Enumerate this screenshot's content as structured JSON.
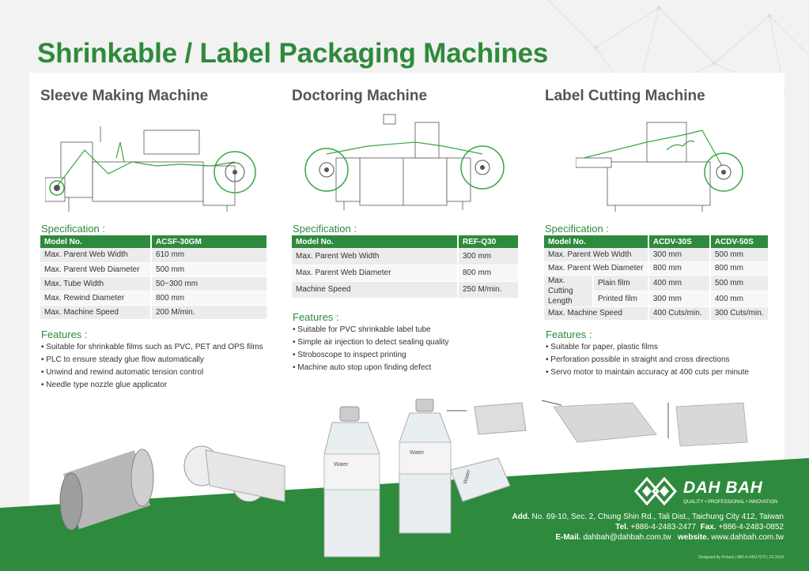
{
  "header": {
    "title": "Shrinkable / Label Packaging Machines"
  },
  "machines": [
    {
      "name": "Sleeve Making Machine",
      "spec_title": "Specification :",
      "columns": [
        "Model No.",
        "ACSF-30GM"
      ],
      "rows": [
        [
          "Max. Parent Web Width",
          "610 mm"
        ],
        [
          "Max. Parent Web Diameter",
          "500 mm"
        ],
        [
          "Max. Tube Width",
          "50~300 mm"
        ],
        [
          "Max. Rewind Diameter",
          "800 mm"
        ],
        [
          "Max. Machine Speed",
          "200 M/min."
        ]
      ],
      "features_title": "Features :",
      "features": [
        "Suitable for shrinkable films such as PVC, PET and OPS films",
        "PLC to ensure steady glue flow automatically",
        "Unwind and rewind automatic tension control",
        "Needle type nozzle glue applicator"
      ]
    },
    {
      "name": "Doctoring Machine",
      "spec_title": "Specification :",
      "columns": [
        "Model No.",
        "REF-Q30"
      ],
      "rows": [
        [
          "Max. Parent Web Width",
          "300 mm"
        ],
        [
          "Max. Parent Web Diameter",
          "800 mm"
        ],
        [
          "Machine Speed",
          "250 M/min."
        ]
      ],
      "features_title": "Features :",
      "features": [
        "Suitable for PVC shrinkable label tube",
        "Simple air injection to detect sealing quality",
        "Stroboscope to inspect printing",
        "Machine auto stop upon finding defect"
      ]
    },
    {
      "name": "Label Cutting Machine",
      "spec_title": "Specification :",
      "columns": [
        "Model No.",
        "ACDV-30S",
        "ACDV-50S"
      ],
      "rows": [
        [
          "Max. Parent Web Width",
          "300 mm",
          "500 mm"
        ],
        [
          "Max. Parent Web Diameter",
          "800 mm",
          "800 mm"
        ],
        [
          "Max. Cutting Length",
          "Plain film",
          "400 mm",
          "500 mm"
        ],
        [
          "",
          "Printed film",
          "300 mm",
          "400 mm"
        ],
        [
          "Max. Machine Speed",
          "400 Cuts/min.",
          "300 Cuts/min."
        ]
      ],
      "features_title": "Features :",
      "features": [
        "Suitable for paper, plastic films",
        "Perforation possible in straight and cross directions",
        "Servo motor to maintain accuracy at 400 cuts per minute"
      ]
    }
  ],
  "bottle_label": "Water",
  "company": {
    "name": "DAH BAH",
    "tagline": "QUALITY • PROFESSIONAL • INNOVATION",
    "address_label": "Add.",
    "address": "No. 69-10, Sec. 2, Chung Shin Rd., Tali Dist., Taichung City 412, Taiwan",
    "tel_label": "Tel.",
    "tel": "+886-4-2483-2477",
    "fax_label": "Fax.",
    "fax": "+886-4-2483-0852",
    "email_label": "E-Mail.",
    "email": "dahbah@dahbah.com.tw",
    "web_label": "website.",
    "web": "www.dahbah.com.tw",
    "credit": "Designed By Polaris | 886-4-24517070 | 02.2018"
  },
  "colors": {
    "brand_green": "#2e8a3c",
    "header_green": "#2e8a3c"
  }
}
